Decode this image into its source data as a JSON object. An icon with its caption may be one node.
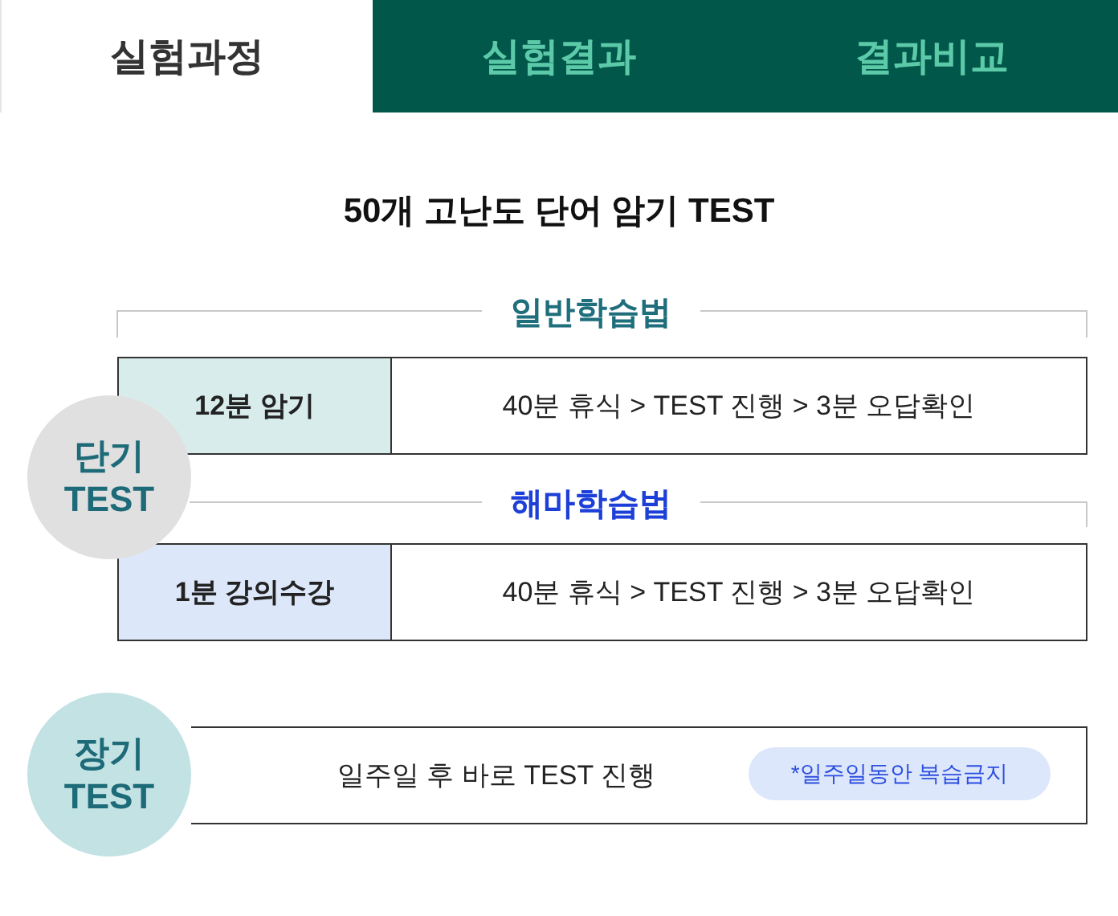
{
  "diagram": {
    "title": "50개 고난도 단어 암기 TEST",
    "nodes": [
      {
        "text": [
          "실험과정"
        ]
      },
      {
        "text": [
          "실험결과"
        ]
      },
      {
        "text": [
          "결과비교"
        ]
      },
      {
        "text": [
          "12분 암기"
        ]
      },
      {
        "text": [
          "40분 휴식 > TEST 진행 > 3분 오답확인"
        ]
      },
      {
        "text": [
          "단기 TEST"
        ]
      },
      {
        "text": [
          "1분 강의수강"
        ]
      },
      {
        "text": [
          "40분 휴식 > TEST 진행 > 3분 오답확인"
        ]
      },
      {
        "text": [
          "장기 TEST"
        ]
      },
      {
        "text": [
          "일주일 후 바로 TEST 진행"
        ]
      },
      {
        "text": [
          "*일주일동안 복습금지"
        ],
        "in": 9
      }
    ],
    "labels": [
      "일반학습법",
      "해마학습법"
    ]
  }
}
